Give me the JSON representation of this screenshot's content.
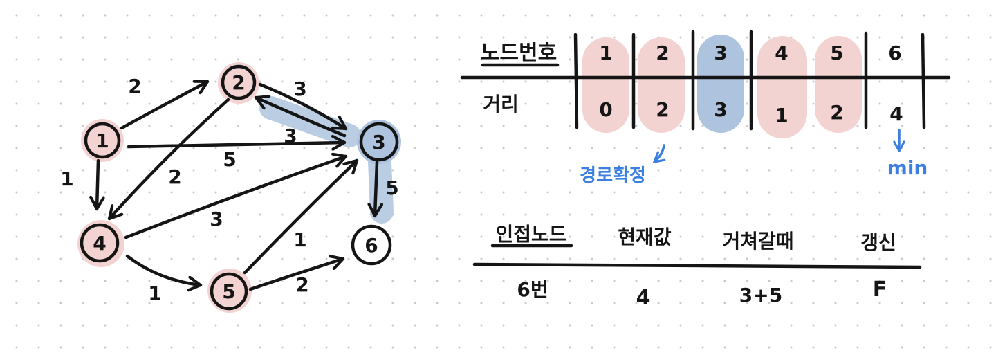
{
  "graph": {
    "nodes": [
      {
        "id": "1",
        "label": "1",
        "highlight": "visited"
      },
      {
        "id": "2",
        "label": "2",
        "highlight": "visited"
      },
      {
        "id": "3",
        "label": "3",
        "highlight": "current"
      },
      {
        "id": "4",
        "label": "4",
        "highlight": "visited"
      },
      {
        "id": "5",
        "label": "5",
        "highlight": "visited"
      },
      {
        "id": "6",
        "label": "6",
        "highlight": "none"
      }
    ],
    "edges": [
      {
        "from": "1",
        "to": "2",
        "weight": "2"
      },
      {
        "from": "1",
        "to": "3",
        "weight": "5"
      },
      {
        "from": "1",
        "to": "4",
        "weight": "1"
      },
      {
        "from": "2",
        "to": "3",
        "weight": "3"
      },
      {
        "from": "3",
        "to": "2",
        "weight": "3"
      },
      {
        "from": "2",
        "to": "4",
        "weight": "2"
      },
      {
        "from": "4",
        "to": "3",
        "weight": "3"
      },
      {
        "from": "4",
        "to": "5",
        "weight": "1"
      },
      {
        "from": "5",
        "to": "3",
        "weight": "1"
      },
      {
        "from": "5",
        "to": "6",
        "weight": "2"
      },
      {
        "from": "3",
        "to": "6",
        "weight": "5"
      }
    ],
    "highlight_path": [
      "2-3",
      "3-6"
    ]
  },
  "distance_table": {
    "header_label": "노드번호",
    "row_label": "거리",
    "columns": [
      {
        "node": "1",
        "distance": "0",
        "state": "visited"
      },
      {
        "node": "2",
        "distance": "2",
        "state": "visited"
      },
      {
        "node": "3",
        "distance": "3",
        "state": "current"
      },
      {
        "node": "4",
        "distance": "1",
        "state": "visited"
      },
      {
        "node": "5",
        "distance": "2",
        "state": "visited"
      },
      {
        "node": "6",
        "distance": "4",
        "state": "none"
      }
    ]
  },
  "annotations": {
    "confirmed": "경로확정",
    "min": "min"
  },
  "update_table": {
    "headers": [
      "인접노드",
      "현재값",
      "거쳐갈때",
      "갱신"
    ],
    "row": [
      "6번",
      "4",
      "3+5",
      "F"
    ]
  },
  "colors": {
    "visited": "#f3d3d1",
    "current": "#aec4de",
    "annotation": "#3b7fe0",
    "ink": "#151515"
  }
}
